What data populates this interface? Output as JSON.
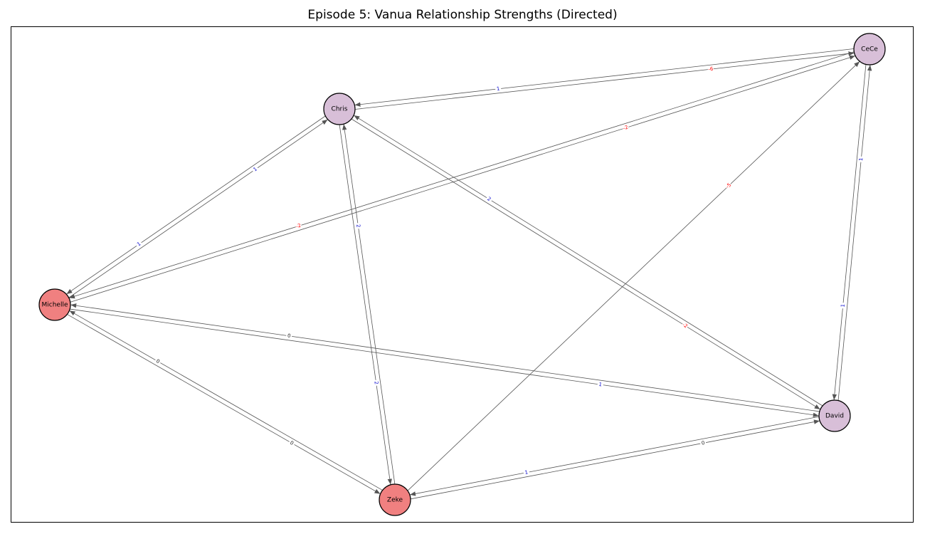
{
  "title": "Episode 5: Vanua Relationship Strengths (Directed)",
  "colors": {
    "edge": "#555555",
    "node_stroke": "#000000",
    "label_positive": "#0000cc",
    "label_zero": "#222222",
    "label_negative": "#ff0000"
  },
  "nodes": [
    {
      "id": "CeCe",
      "label": "CeCe",
      "color": "#d8bfd8"
    },
    {
      "id": "Chris",
      "label": "Chris",
      "color": "#d8bfd8"
    },
    {
      "id": "Michelle",
      "label": "Michelle",
      "color": "#f08080"
    },
    {
      "id": "David",
      "label": "David",
      "color": "#d8bfd8"
    },
    {
      "id": "Zeke",
      "label": "Zeke",
      "color": "#f08080"
    }
  ],
  "edges": [
    {
      "from": "CeCe",
      "to": "Chris",
      "label": "1"
    },
    {
      "from": "Chris",
      "to": "CeCe",
      "label": "-6"
    },
    {
      "from": "Michelle",
      "to": "Chris",
      "label": "1"
    },
    {
      "from": "Chris",
      "to": "Michelle",
      "label": "1"
    },
    {
      "from": "Michelle",
      "to": "CeCe",
      "label": "-2"
    },
    {
      "from": "CeCe",
      "to": "Michelle",
      "label": "-2"
    },
    {
      "from": "Zeke",
      "to": "CeCe",
      "label": "-5"
    },
    {
      "from": "Chris",
      "to": "Zeke",
      "label": "2"
    },
    {
      "from": "Zeke",
      "to": "Chris",
      "label": "2"
    },
    {
      "from": "David",
      "to": "Chris",
      "label": "2"
    },
    {
      "from": "Chris",
      "to": "David",
      "label": "-2"
    },
    {
      "from": "David",
      "to": "CeCe",
      "label": "1"
    },
    {
      "from": "CeCe",
      "to": "David",
      "label": "1"
    },
    {
      "from": "David",
      "to": "Michelle",
      "label": "0"
    },
    {
      "from": "Michelle",
      "to": "David",
      "label": "1"
    },
    {
      "from": "Zeke",
      "to": "Michelle",
      "label": "0"
    },
    {
      "from": "Michelle",
      "to": "Zeke",
      "label": "0"
    },
    {
      "from": "Zeke",
      "to": "David",
      "label": "0"
    },
    {
      "from": "David",
      "to": "Zeke",
      "label": "1"
    }
  ]
}
